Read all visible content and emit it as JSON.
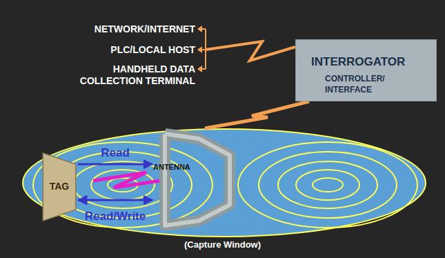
{
  "diagram": {
    "nodes": [
      {
        "text": [
          "INTERROGATOR",
          "CONTROLLER/ INTERFACE"
        ]
      },
      {
        "text": [
          "TAG"
        ]
      },
      {
        "text": [
          "ANTENNA"
        ]
      }
    ],
    "edges": [
      {
        "from": 0,
        "to": 2,
        "arrow": "none"
      },
      {
        "from": 1,
        "to": 2,
        "arrow": "to",
        "label": "Read"
      },
      {
        "from": 1,
        "to": 2,
        "arrow": "both",
        "label": "Read/Write"
      }
    ],
    "labels": [
      "NETWORK/INTERNET",
      "PLC/LOCAL HOST",
      "HANDHELD DATA COLLECTION TERMINAL",
      "(Capture Window)"
    ]
  }
}
